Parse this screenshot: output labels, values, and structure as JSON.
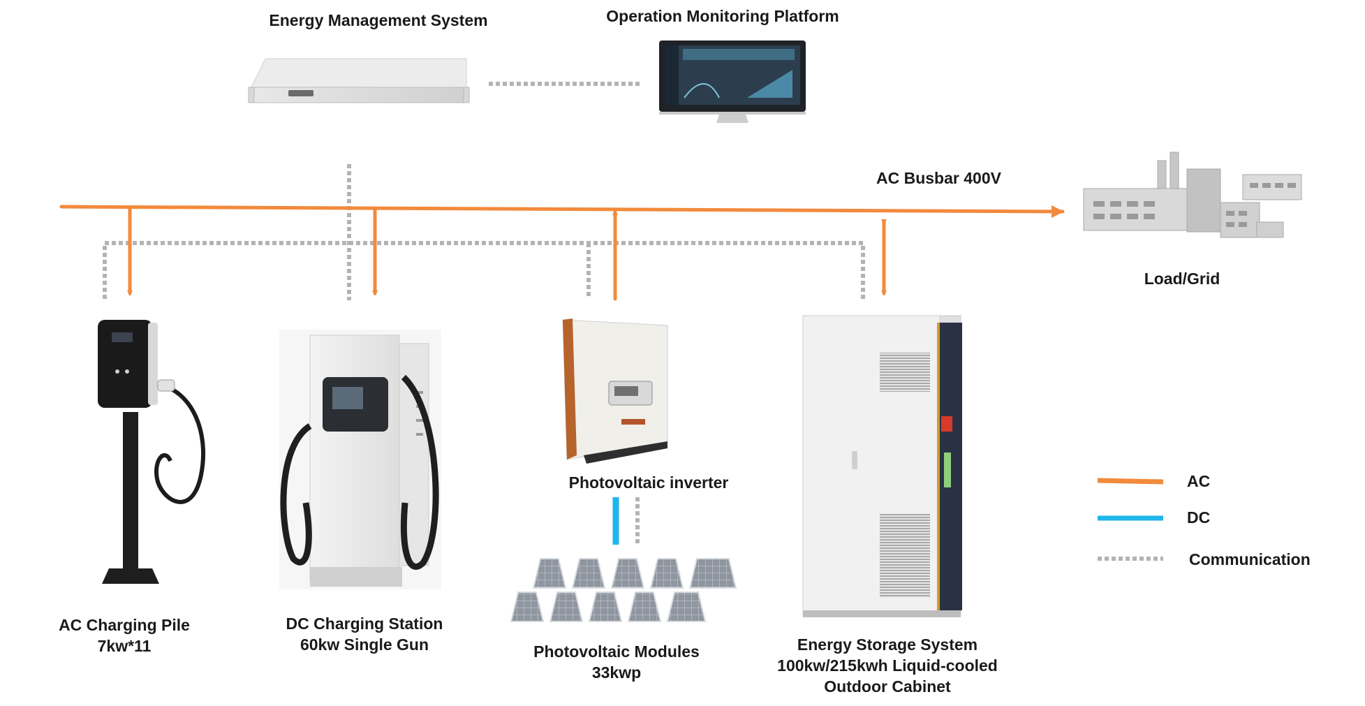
{
  "labels": {
    "ems": "Energy Management System",
    "omp": "Operation Monitoring Platform",
    "busbar": "AC Busbar 400V",
    "load": "Load/Grid",
    "ac_pile_1": "AC Charging Pile",
    "ac_pile_2": "7kw*11",
    "dc_station_1": "DC Charging Station",
    "dc_station_2": "60kw Single Gun",
    "pv_inverter": "Photovoltaic inverter",
    "pv_modules_1": "Photovoltaic Modules",
    "pv_modules_2": "33kwp",
    "ess_1": "Energy Storage System",
    "ess_2": "100kw/215kwh Liquid-cooled",
    "ess_3": "Outdoor Cabinet"
  },
  "legend": [
    {
      "label": "AC",
      "color": "#f28a3c",
      "style": "solid"
    },
    {
      "label": "DC",
      "color": "#1fb6ea",
      "style": "solid"
    },
    {
      "label": "Communication",
      "color": "#b3b3b3",
      "style": "dotted"
    }
  ],
  "colors": {
    "ac": "#f28a3c",
    "dc": "#1fb6ea",
    "comm": "#b3b3b3"
  }
}
